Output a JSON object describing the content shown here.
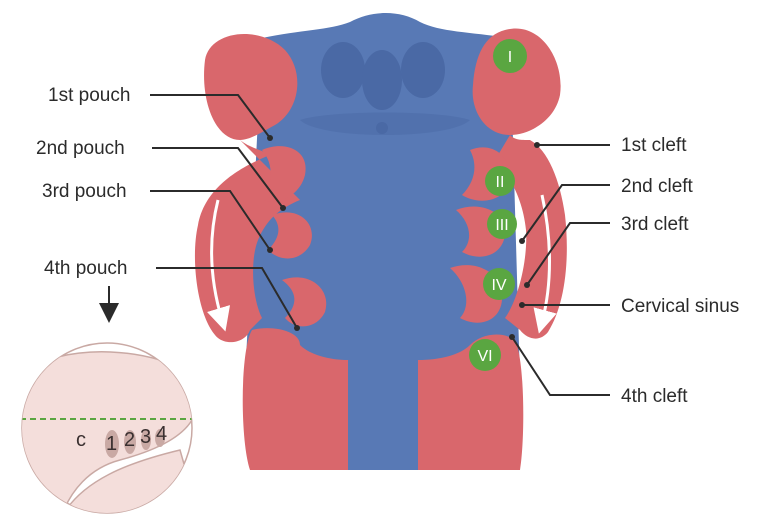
{
  "colors": {
    "mesoderm": "#d9676c",
    "mesoderm_light": "#e79496",
    "endoderm": "#5879b5",
    "endoderm_dark": "#4a69a5",
    "arch_badge": "#5aa641",
    "leader": "#2b2b2b",
    "guide_line": "#5aa641",
    "embryo_skin": "#f4dedb",
    "embryo_edge": "#c9a9a4"
  },
  "labels": {
    "left": {
      "pouch1": "1st pouch",
      "pouch2": "2nd pouch",
      "pouch3": "3rd pouch",
      "pouch4": "4th pouch"
    },
    "right": {
      "cleft1": "1st cleft",
      "cleft2": "2nd cleft",
      "cleft3": "3rd cleft",
      "cervical_sinus": "Cervical sinus",
      "cleft4": "4th cleft"
    }
  },
  "arches": [
    "I",
    "II",
    "III",
    "IV",
    "VI"
  ],
  "inset": {
    "oral_mark": "c",
    "arch_numbers": [
      "1",
      "2",
      "3",
      "4"
    ]
  }
}
